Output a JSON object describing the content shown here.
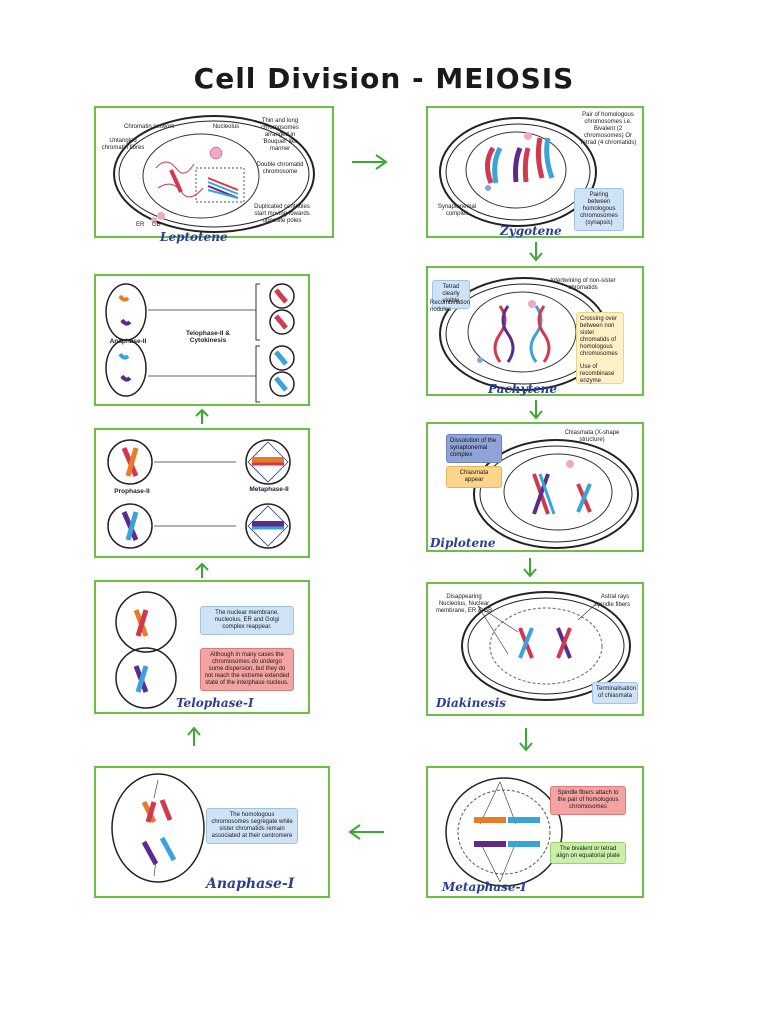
{
  "title": "Cell Division - MEIOSIS",
  "colors": {
    "panel_border": "#6bbf47",
    "arrow": "#3aa832",
    "stage_text": "#2b3d94",
    "red": "#d2384f",
    "blue": "#3aa4d8",
    "purple": "#5a2d8c",
    "orange": "#e87b26"
  },
  "leptotene": {
    "stage": "Leptotene",
    "labels": [
      "Chromatin network",
      "Nucleolus",
      "Thin and long chromosomes arranged in 'Bouquet' like manner",
      "Untangled chromatin fibres",
      "Double chromatid chromosome",
      "Duplicated centrioles start moving towards opposite poles",
      "ER",
      "GB"
    ]
  },
  "zygotene": {
    "stage": "Zygotene",
    "labels": [
      "Pair of homologous chromosomes i.e. Bivalent (2 chromosomes) Or Tetrad (4 chromatids)",
      "Synaptonemal complex"
    ],
    "box": "Pairing between homologous chromosomes (synapsis)"
  },
  "pachytene": {
    "stage": "Pachytene",
    "labels": [
      "Intertwining of non-sister chromatids",
      "Recombination nodules"
    ],
    "box_left": "Tetrad clearly visible",
    "box_right_1": "Crossing over between non sister chromatids of homologous chromosomes",
    "box_right_2": "Use of recombinase enzyme"
  },
  "diplotene": {
    "stage": "Diplotene",
    "label": "Chiasmata (X-shape structure)",
    "box_1": "Dissolution of the synaptonemal complex",
    "box_2": "Chiasmata appear"
  },
  "diakinesis": {
    "stage": "Diakinesis",
    "labels": [
      "Disappearing Nucleolus, Nuclear membrane, ER & GB",
      "Astral rays",
      "Spindle fibers"
    ],
    "box": "Terminalisation of chiasmata"
  },
  "metaphase1": {
    "stage": "Metaphase-I",
    "box_1": "Spindle fibers attach to the pair of homologous chromosomes",
    "box_2": "The bivalent or tetrad align on equatorial plate"
  },
  "anaphase1": {
    "stage": "Anaphase-I",
    "box": "The homologous chromosomes segregate while sister chromatids remain associated at their centromere"
  },
  "telophase1": {
    "stage": "Telophase-I",
    "box_1": "The nuclear membrane, nucleolus, ER and Golgi complex reappear.",
    "box_2": "Although in many cases the chromosomes do undergo some dispersion, but they do not reach the extreme extended state of the interphase nucleus."
  },
  "prophase2": {
    "label_left": "Prophase-II",
    "label_right": "Metaphase-II"
  },
  "telophase2": {
    "label_left": "Anaphase-II",
    "label_mid": "Telophase-II & Cytokinesis"
  }
}
